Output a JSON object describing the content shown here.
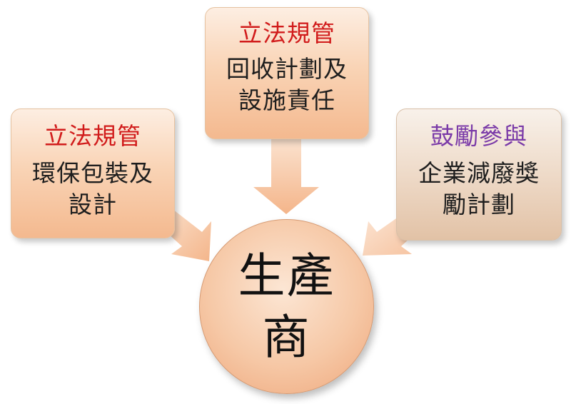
{
  "diagram": {
    "center": {
      "label": "生產商"
    },
    "nodes": [
      {
        "id": "left",
        "heading": "立法規管",
        "body": "環保包裝及\n設計",
        "heading_color": "#d11b1b"
      },
      {
        "id": "top",
        "heading": "立法規管",
        "body": "回收計劃及\n設施責任",
        "heading_color": "#d11b1b"
      },
      {
        "id": "right",
        "heading": "鼓勵參與",
        "body": "企業減廢獎\n勵計劃",
        "heading_color": "#7a3aa8"
      }
    ],
    "colors": {
      "box_fill": "#f9d4b6",
      "right_box_fill": "#eedac8",
      "arrow_fill": "#f6c9a6",
      "circle_fill": "#f6c8a6"
    }
  }
}
